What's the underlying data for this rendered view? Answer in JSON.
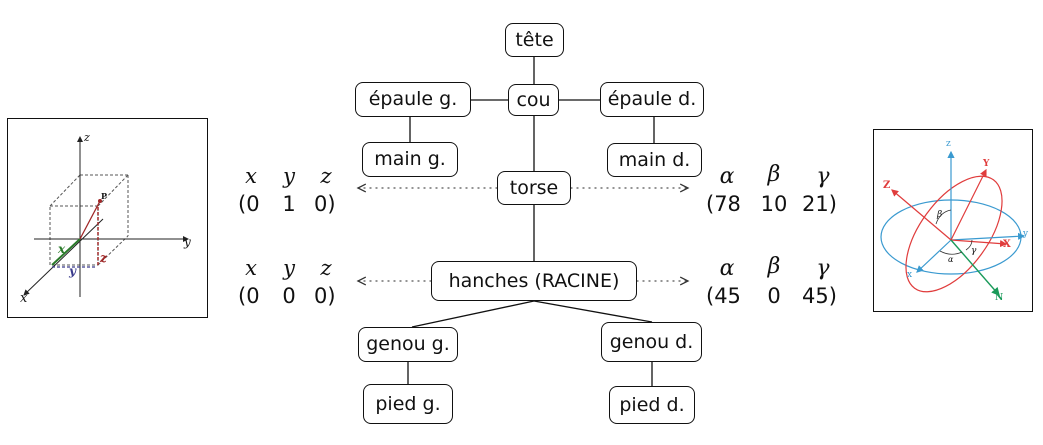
{
  "skeleton": {
    "head": "tête",
    "neck": "cou",
    "shoulder_left": "épaule g.",
    "shoulder_right": "épaule d.",
    "hand_left": "main g.",
    "hand_right": "main d.",
    "torso": "torse",
    "hips": "hanches (RACINE)",
    "knee_left": "genou g.",
    "knee_right": "genou d.",
    "foot_left": "pied g.",
    "foot_right": "pied d."
  },
  "torso_position": {
    "labels": [
      "x",
      "y",
      "z"
    ],
    "open": "(0",
    "mid": "1",
    "close": "0)"
  },
  "hips_position": {
    "labels": [
      "x",
      "y",
      "z"
    ],
    "open": "(0",
    "mid": "0",
    "close": "0)"
  },
  "torso_rotation": {
    "labels": [
      "α",
      "β",
      "γ"
    ],
    "open": "(78",
    "mid": "10",
    "close": "21)"
  },
  "hips_rotation": {
    "labels": [
      "α",
      "β",
      "γ"
    ],
    "open": "(45",
    "mid": "0",
    "close": "45)"
  },
  "cartesian_figure": {
    "axis_x": "x",
    "axis_y": "y",
    "axis_z": "z",
    "point": "P",
    "comp_x": "x",
    "comp_y": "y",
    "comp_z": "z"
  },
  "euler_figure": {
    "axis_x": "x",
    "axis_y": "y",
    "axis_z": "z",
    "axis_X": "X",
    "axis_Y": "Y",
    "axis_Z": "Z",
    "node_line": "N",
    "alpha": "α",
    "beta": "β",
    "gamma": "γ"
  },
  "colors": {
    "cartesian_x": "#2a7a2a",
    "cartesian_y": "#3a3a8c",
    "cartesian_z": "#a02828",
    "euler_fixed": "#3a9ad0",
    "euler_rotated": "#e03c3c",
    "euler_node": "#1a9a5a"
  }
}
